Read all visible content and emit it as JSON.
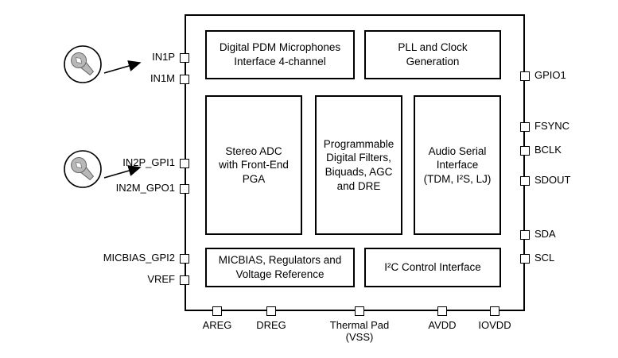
{
  "blocks": {
    "pdm": {
      "line1": "Digital PDM Microphones",
      "line2": "Interface 4-channel"
    },
    "pll": {
      "line1": "PLL and Clock",
      "line2": "Generation"
    },
    "adc": {
      "line1": "Stereo ADC",
      "line2": "with Front-End",
      "line3": "PGA"
    },
    "filters": {
      "line1": "Programmable",
      "line2": "Digital Filters,",
      "line3": "Biquads, AGC",
      "line4": "and DRE"
    },
    "asi": {
      "line1": "Audio Serial",
      "line2": "Interface",
      "line3": "(TDM, I²S, LJ)"
    },
    "micbias": {
      "line1": "MICBIAS, Regulators and",
      "line2": "Voltage Reference"
    },
    "i2c": {
      "line1": "I²C Control Interface"
    }
  },
  "pins": {
    "left": [
      {
        "label": "IN1P"
      },
      {
        "label": "IN1M"
      },
      {
        "label": "IN2P_GPI1"
      },
      {
        "label": "IN2M_GPO1"
      },
      {
        "label": "MICBIAS_GPI2"
      },
      {
        "label": "VREF"
      }
    ],
    "right": [
      {
        "label": "GPIO1"
      },
      {
        "label": "FSYNC"
      },
      {
        "label": "BCLK"
      },
      {
        "label": "SDOUT"
      },
      {
        "label": "SDA"
      },
      {
        "label": "SCL"
      }
    ],
    "bottom": [
      {
        "label": "AREG"
      },
      {
        "label": "DREG"
      },
      {
        "label": "Thermal Pad",
        "label2": "(VSS)"
      },
      {
        "label": "AVDD"
      },
      {
        "label": "IOVDD"
      }
    ]
  },
  "icons": {
    "mic1": "microphone-icon",
    "mic2": "microphone-icon",
    "arrow": "arrow-right-icon"
  },
  "colors": {
    "line": "#000000",
    "background": "#ffffff",
    "mic_fill": "#b8b8b8"
  }
}
